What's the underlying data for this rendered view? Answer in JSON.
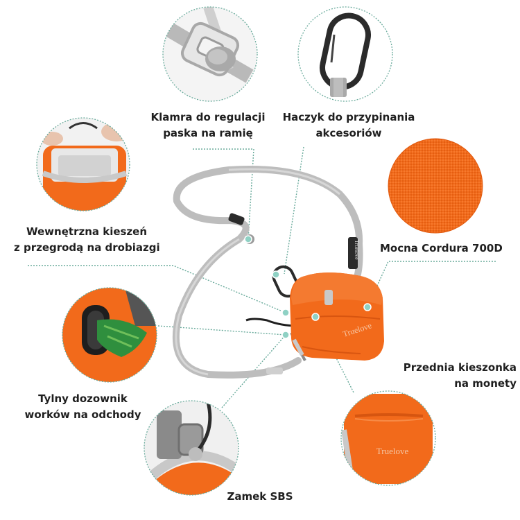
{
  "callouts": {
    "buckle": [
      "Klamra do regulacji",
      "paska na ramię"
    ],
    "carabiner": [
      "Haczyk do przypinania",
      "akcesoriów"
    ],
    "inner_pocket": [
      "Wewnętrzna kieszeń",
      "z przegrodą na drobiazgi"
    ],
    "cordura": [
      "Mocna Cordura 700D"
    ],
    "bag_dispenser": [
      "Tylny dozownik",
      "worków na odchody"
    ],
    "front_pocket": [
      "Przednia kieszonka",
      "na monety"
    ],
    "zipper": [
      "Zamek SBS"
    ]
  },
  "brand": {
    "bag_logo": "Truelove",
    "pocket_logo": "Truelove",
    "strap_tag": "Truelove"
  },
  "colors": {
    "orange": "#f26a1b",
    "rope_gray": "#bfbfbf",
    "leader_line": "#6aab9c",
    "dot": "#8fd1c4"
  }
}
